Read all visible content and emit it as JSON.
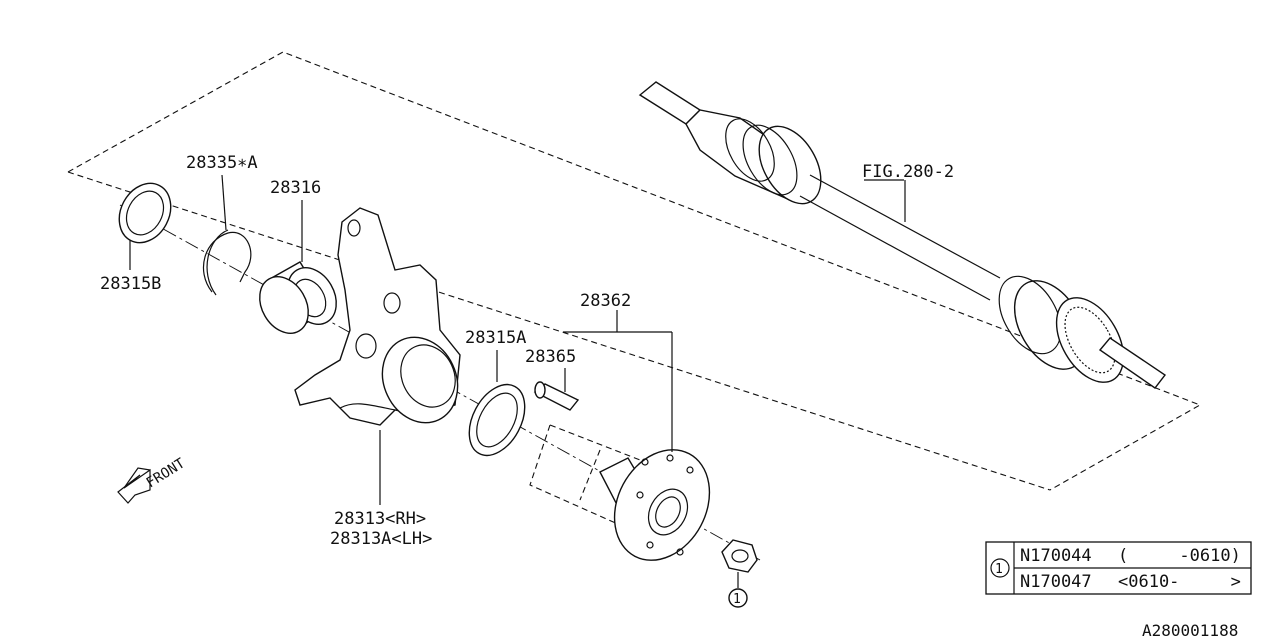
{
  "parts": {
    "p28315b": "28315B",
    "p28335a": "28335∗A",
    "p28316": "28316",
    "p28315a": "28315A",
    "p28365": "28365",
    "p28362": "28362",
    "p28313_rh": "28313<RH>",
    "p28313a_lh": "28313A<LH>",
    "fig": "FIG.280-2",
    "front": "FRONT",
    "callout": "1"
  },
  "table": {
    "index": "1",
    "rows": [
      {
        "part": "N170044",
        "range": "(     -0610)"
      },
      {
        "part": "N170047",
        "range": "<0610-     >"
      }
    ]
  },
  "footer": {
    "code": "A280001188"
  }
}
